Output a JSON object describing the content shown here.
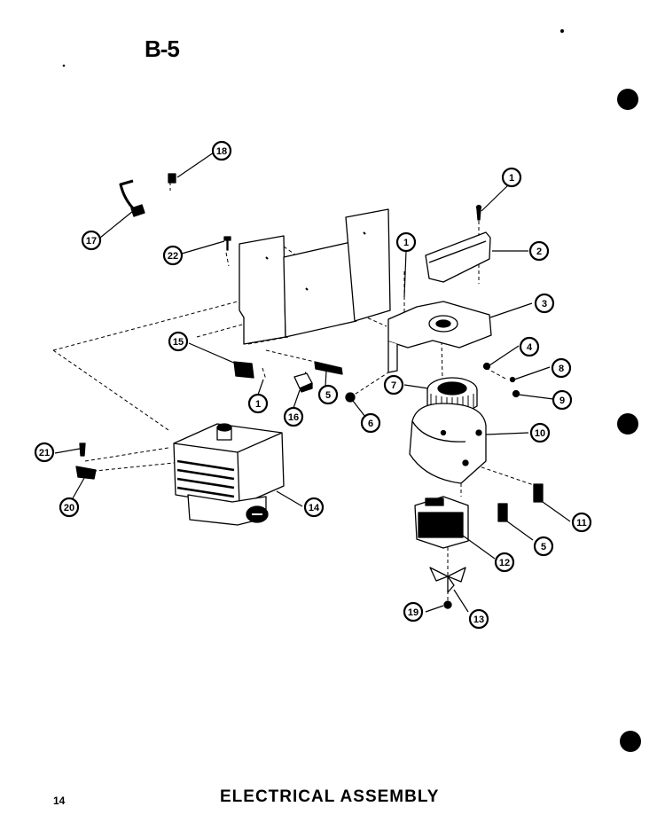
{
  "page_code": "B-5",
  "page_number": "14",
  "title": "ELECTRICAL ASSEMBLY",
  "colors": {
    "ink": "#000000",
    "paper": "#ffffff"
  },
  "callouts": [
    "18",
    "17",
    "22",
    "1",
    "2",
    "3",
    "1",
    "15",
    "5",
    "4",
    "8",
    "7",
    "9",
    "1",
    "16",
    "6",
    "10",
    "21",
    "14",
    "20",
    "11",
    "5",
    "12",
    "19",
    "13"
  ]
}
